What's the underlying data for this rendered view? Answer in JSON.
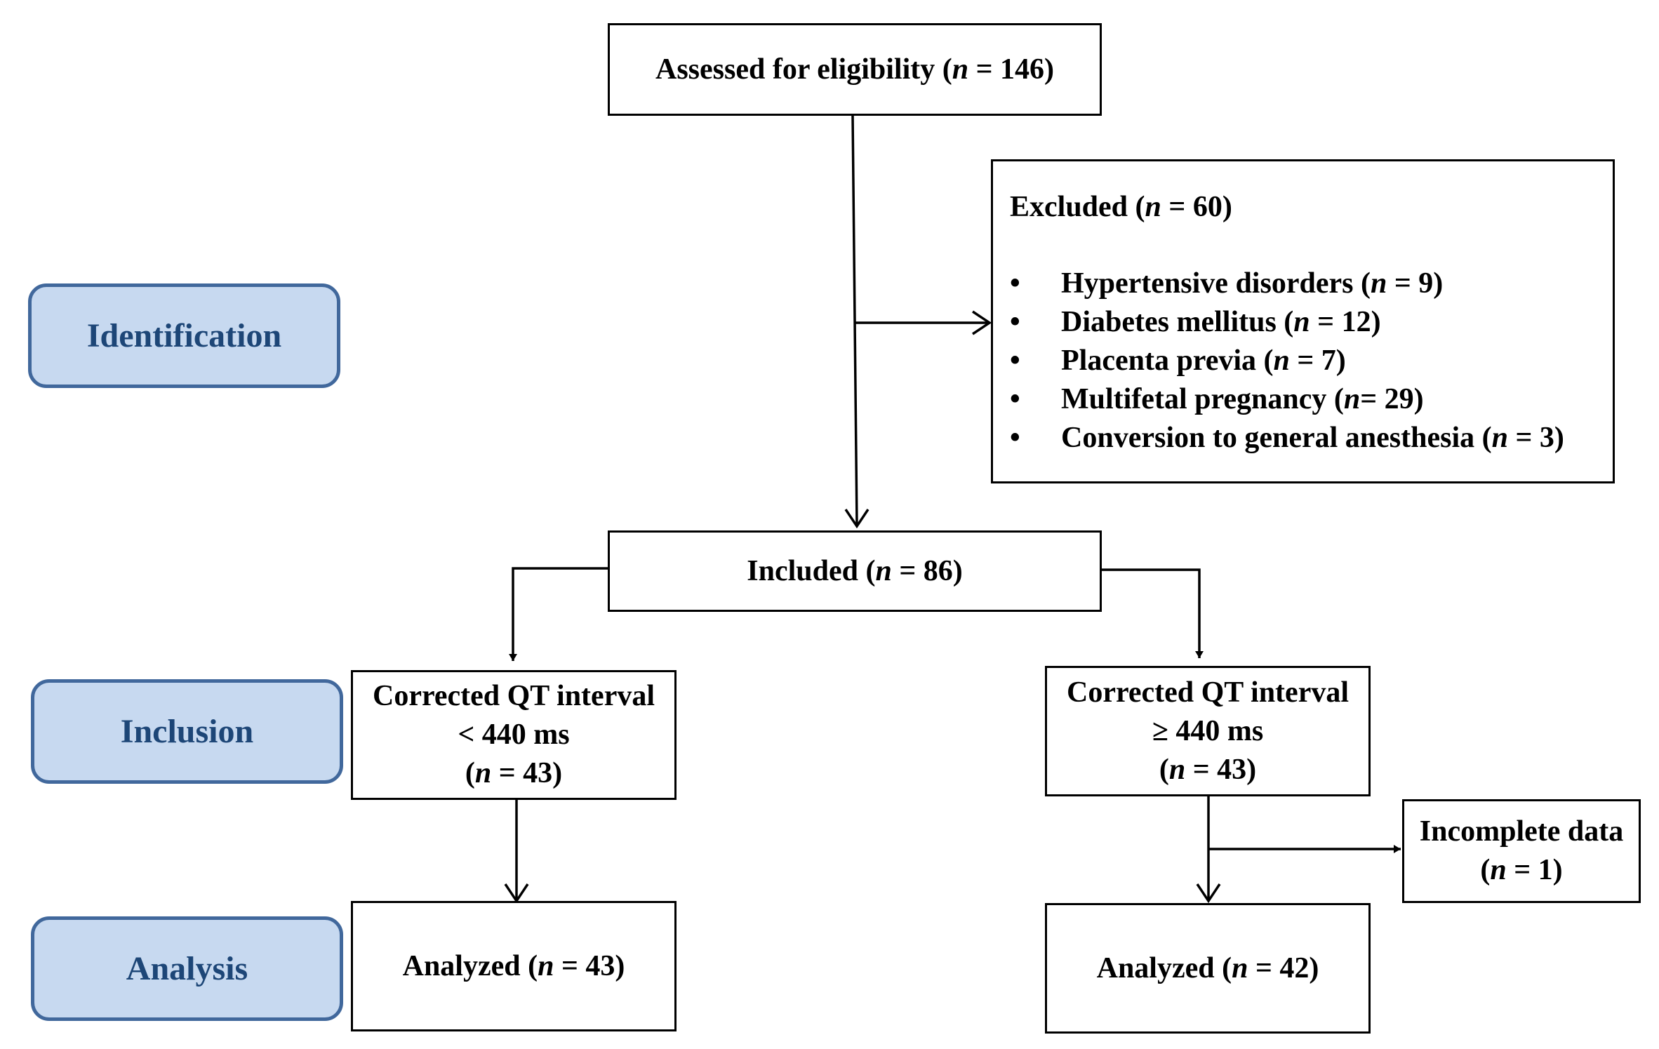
{
  "stages": {
    "identification": "Identification",
    "inclusion": "Inclusion",
    "analysis": "Analysis"
  },
  "assessed": {
    "label": "Assessed for eligibility (",
    "n": "n",
    "value": " = 146)"
  },
  "excluded": {
    "title": {
      "label": "Excluded (",
      "n": "n",
      "value": " = 60)"
    },
    "bullet": "•",
    "items": [
      {
        "label": "Hypertensive disorders (",
        "n": "n",
        "value": " = 9)"
      },
      {
        "label": "Diabetes mellitus (",
        "n": "n",
        "value": " = 12)"
      },
      {
        "label": "Placenta previa (",
        "n": "n",
        "value": " = 7)"
      },
      {
        "label": "Multifetal pregnancy (",
        "n": "n",
        "value": "= 29)"
      },
      {
        "label": "Conversion to general anesthesia (",
        "n": "n",
        "value": " = 3)"
      }
    ]
  },
  "included": {
    "label": "Included (",
    "n": "n",
    "value": " = 86)"
  },
  "group_low": {
    "line1": "Corrected QT interval",
    "line2": "< 440 ms",
    "open": "(",
    "n": "n",
    "value": " = 43)"
  },
  "group_high": {
    "line1": "Corrected QT interval",
    "line2": "≥ 440 ms",
    "open": "(",
    "n": "n",
    "value": " = 43)"
  },
  "incomplete": {
    "line1": "Incomplete data",
    "open": "(",
    "n": "n",
    "value": " = 1)"
  },
  "analyzed_low": {
    "label": "Analyzed (",
    "n": "n",
    "value": " = 43)"
  },
  "analyzed_high": {
    "label": "Analyzed (",
    "n": "n",
    "value": " = 42)"
  }
}
